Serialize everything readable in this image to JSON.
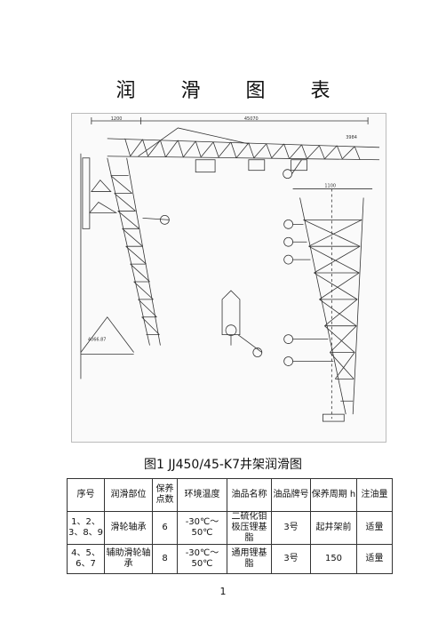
{
  "page": {
    "title": "润 滑 图 表",
    "caption": "图1  JJ450/45-K7井架润滑图",
    "page_number": "1"
  },
  "table": {
    "headers": [
      "序号",
      "润滑部位",
      "保养点数",
      "环境温度",
      "油品名称",
      "油品牌号",
      "保养周期 h",
      "注油量"
    ],
    "rows": [
      [
        "1、2、3、8、9",
        "滑轮轴承",
        "6",
        "-30℃～50℃",
        "二硫化钼极压锂基脂",
        "3号",
        "起井架前",
        "适量"
      ],
      [
        "4、5、6、7",
        "辅助滑轮轴承",
        "8",
        "-30℃～50℃",
        "通用锂基脂",
        "3号",
        "150",
        "适量"
      ]
    ]
  },
  "drawing": {
    "dimension_labels": [
      "1200",
      "45070",
      "3984",
      "1100",
      "4066.87"
    ]
  }
}
